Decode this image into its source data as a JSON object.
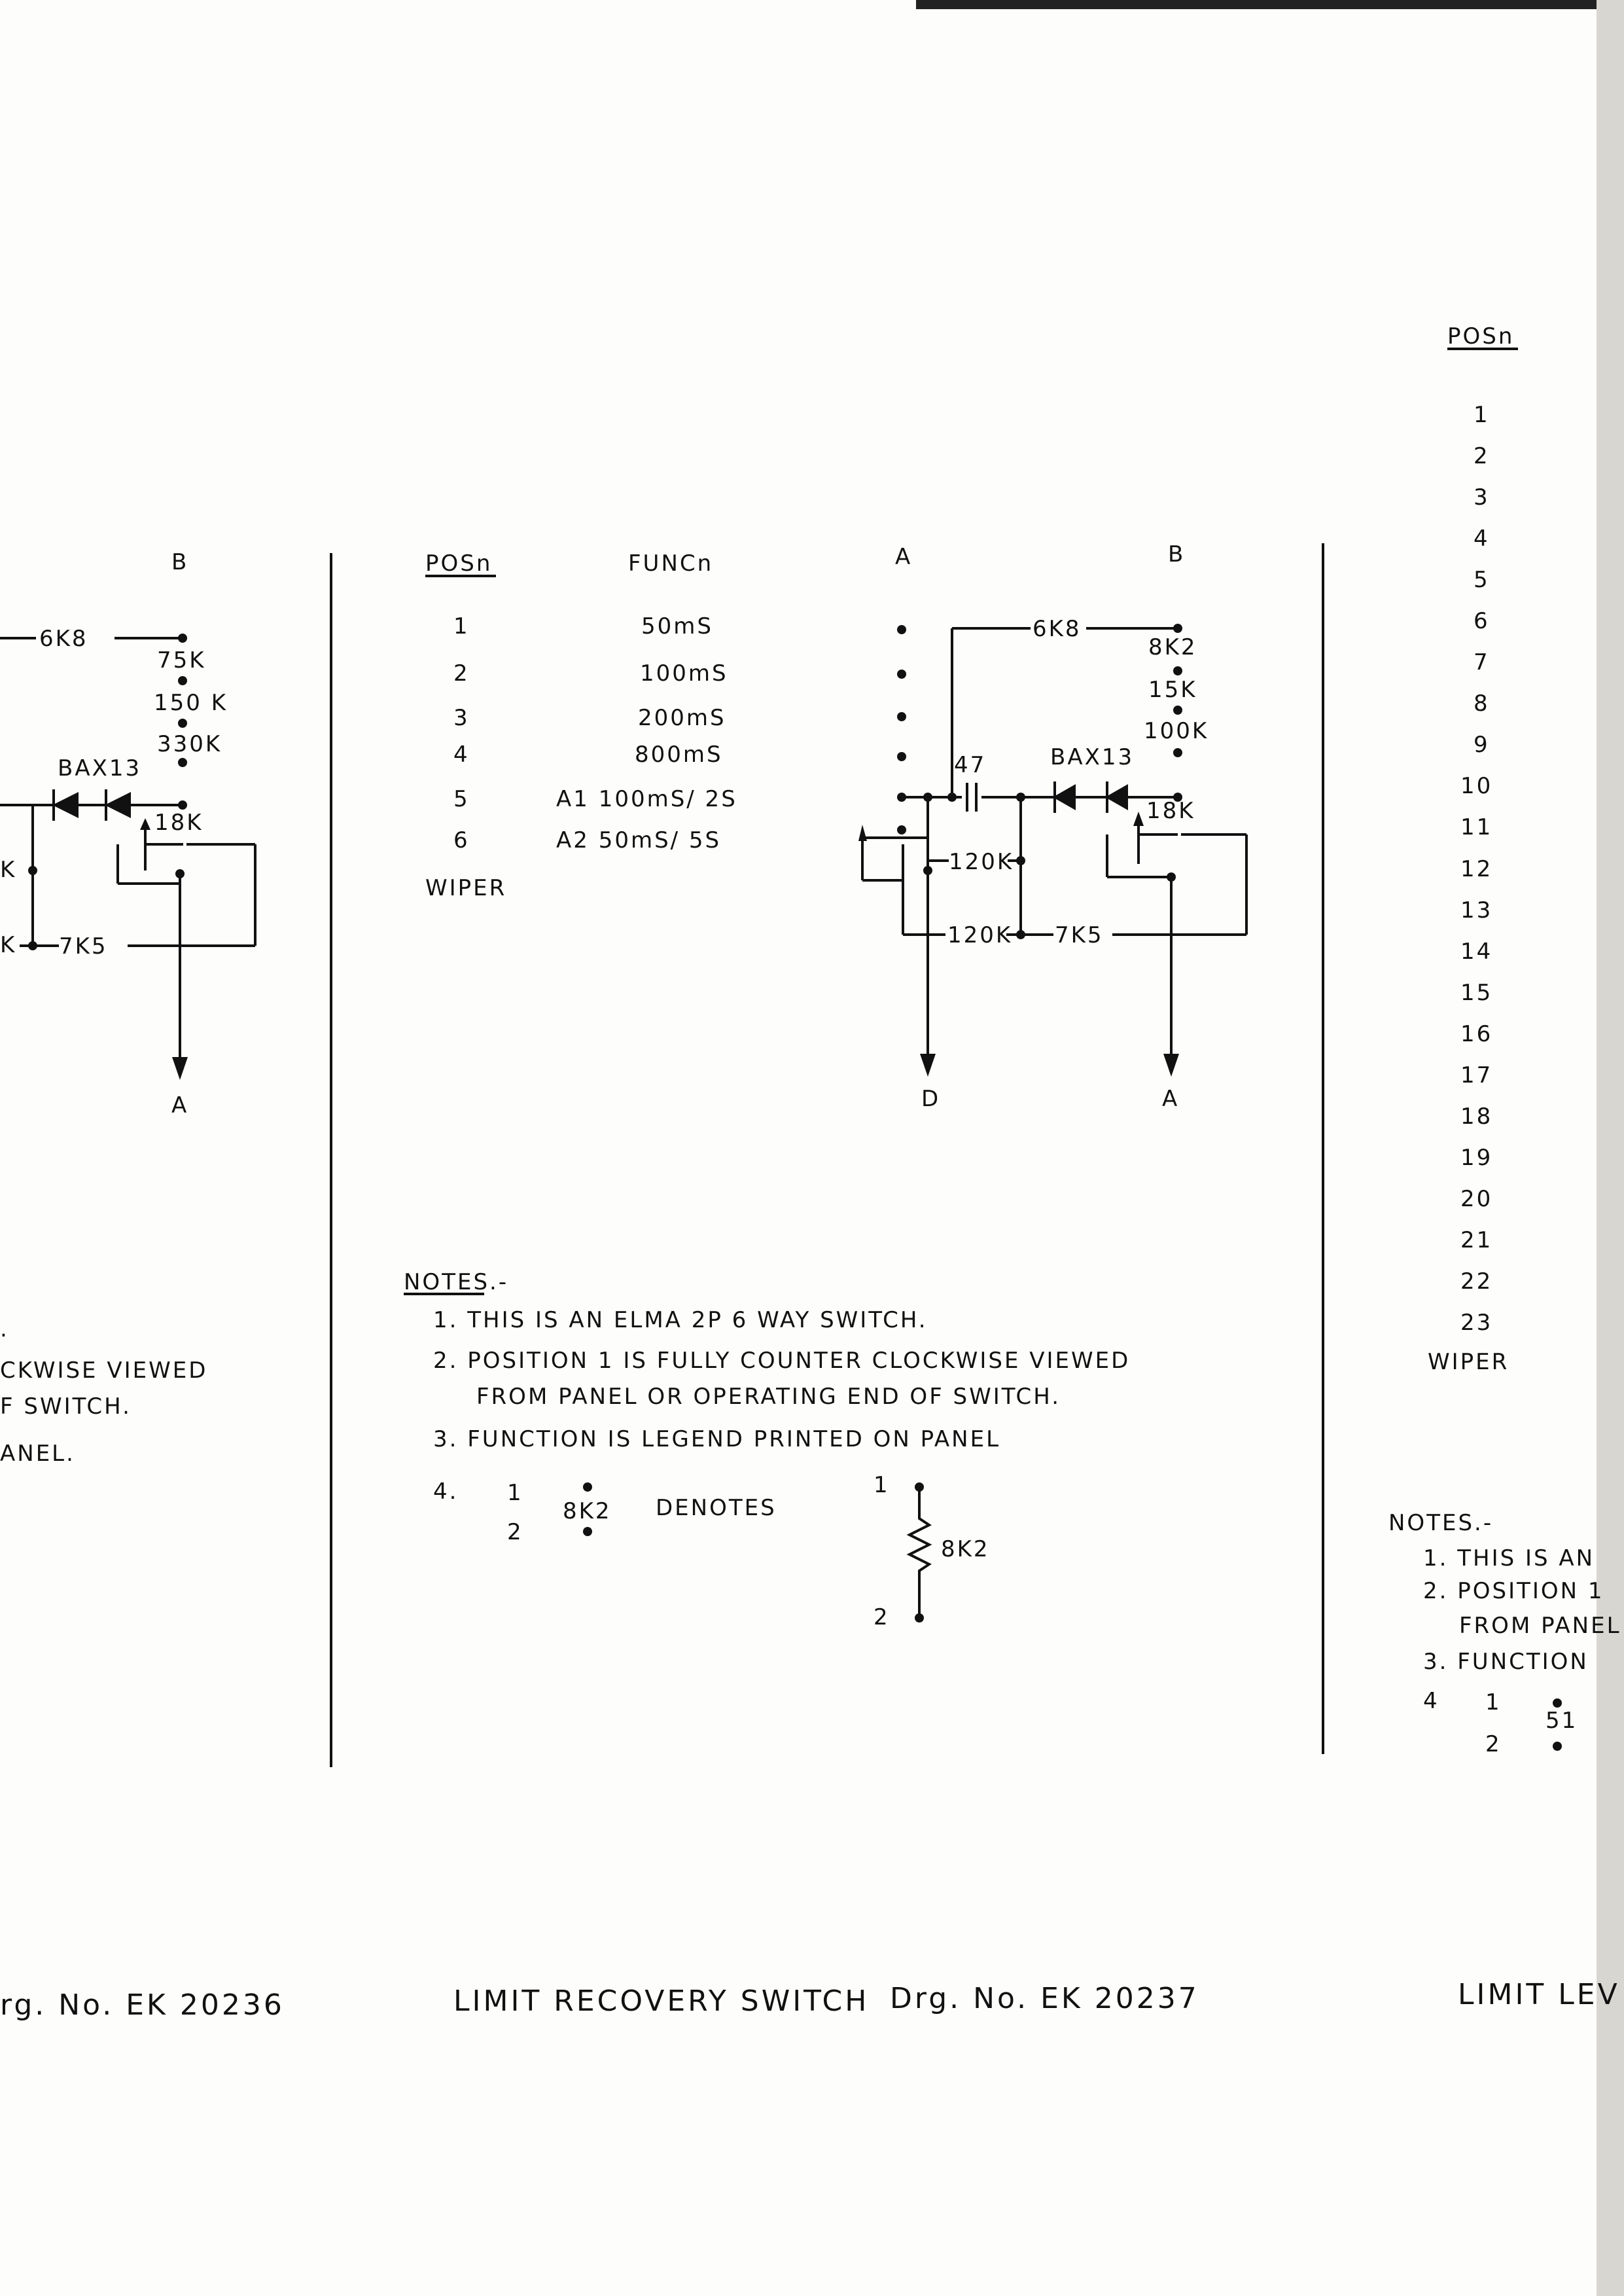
{
  "left_panel": {
    "terminal_b": "B",
    "terminal_a": "A",
    "resistors": {
      "r_6k8": "6K8",
      "r_75k": "75K",
      "r_150k": "150 K",
      "r_330k": "330K",
      "r_18k": "18K",
      "r_7k5": "7K5",
      "r_k_upper": "K",
      "r_k_lower": "K"
    },
    "diode_label": "BAX13",
    "notes_fragments": [
      ".",
      "CKWISE   VIEWED",
      "F  SWITCH.",
      "ANEL."
    ],
    "footer": "rg. No. EK 20236"
  },
  "middle_panel": {
    "table": {
      "headers": [
        "POSn",
        "FUNCn"
      ],
      "rows": [
        {
          "pos": "1",
          "func": "50mS"
        },
        {
          "pos": "2",
          "func": "100mS"
        },
        {
          "pos": "3",
          "func": "200mS"
        },
        {
          "pos": "4",
          "func": "800mS"
        },
        {
          "pos": "5",
          "func": "A1  100mS/ 2S"
        },
        {
          "pos": "6",
          "func": "A2   50mS/ 5S"
        }
      ],
      "wiper": "WIPER"
    },
    "schematic": {
      "col_a": "A",
      "col_b": "B",
      "out_d": "D",
      "out_a": "A",
      "r_6k8": "6K8",
      "r_8k2": "8K2",
      "r_15k": "15K",
      "r_100k": "100K",
      "cap_47": "47",
      "diode": "BAX13",
      "r_18k": "18K",
      "r_120k_a": "120K",
      "r_120k_b": "120K",
      "r_7k5": "7K5"
    },
    "notes": {
      "heading": "NOTES.-",
      "items": [
        "1.  THIS  IS  AN  ELMA   2P   6 WAY  SWITCH.",
        "2.  POSITION  1   IS  FULLY   COUNTER  CLOCKWISE   VIEWED",
        "FROM  PANEL  OR  OPERATING  END  OF  SWITCH.",
        "3.  FUNCTION  IS  LEGEND  PRINTED  ON  PANEL"
      ],
      "example": {
        "num": "4.",
        "p1": "1",
        "p2": "2",
        "val": "8K2",
        "denotes": "DENOTES",
        "r1": "1",
        "r2": "2",
        "rval": "8K2"
      }
    },
    "footer_title": "LIMIT  RECOVERY  SWITCH",
    "footer_drg": "Drg. No. EK 20237"
  },
  "right_panel": {
    "header": "POSn",
    "positions": [
      "1",
      "2",
      "3",
      "4",
      "5",
      "6",
      "7",
      "8",
      "9",
      "10",
      "11",
      "12",
      "13",
      "14",
      "15",
      "16",
      "17",
      "18",
      "19",
      "20",
      "21",
      "22",
      "23"
    ],
    "wiper": "WIPER",
    "notes_heading": "NOTES.-",
    "notes_fragments": [
      "1.  THIS  IS  AN",
      "2.  POSITION   1",
      "FROM  PANEL",
      "3.  FUNCTION"
    ],
    "example": {
      "num": "4",
      "p1": "1",
      "p2": "2",
      "val": "51"
    },
    "footer": "LIMIT  LEV"
  }
}
